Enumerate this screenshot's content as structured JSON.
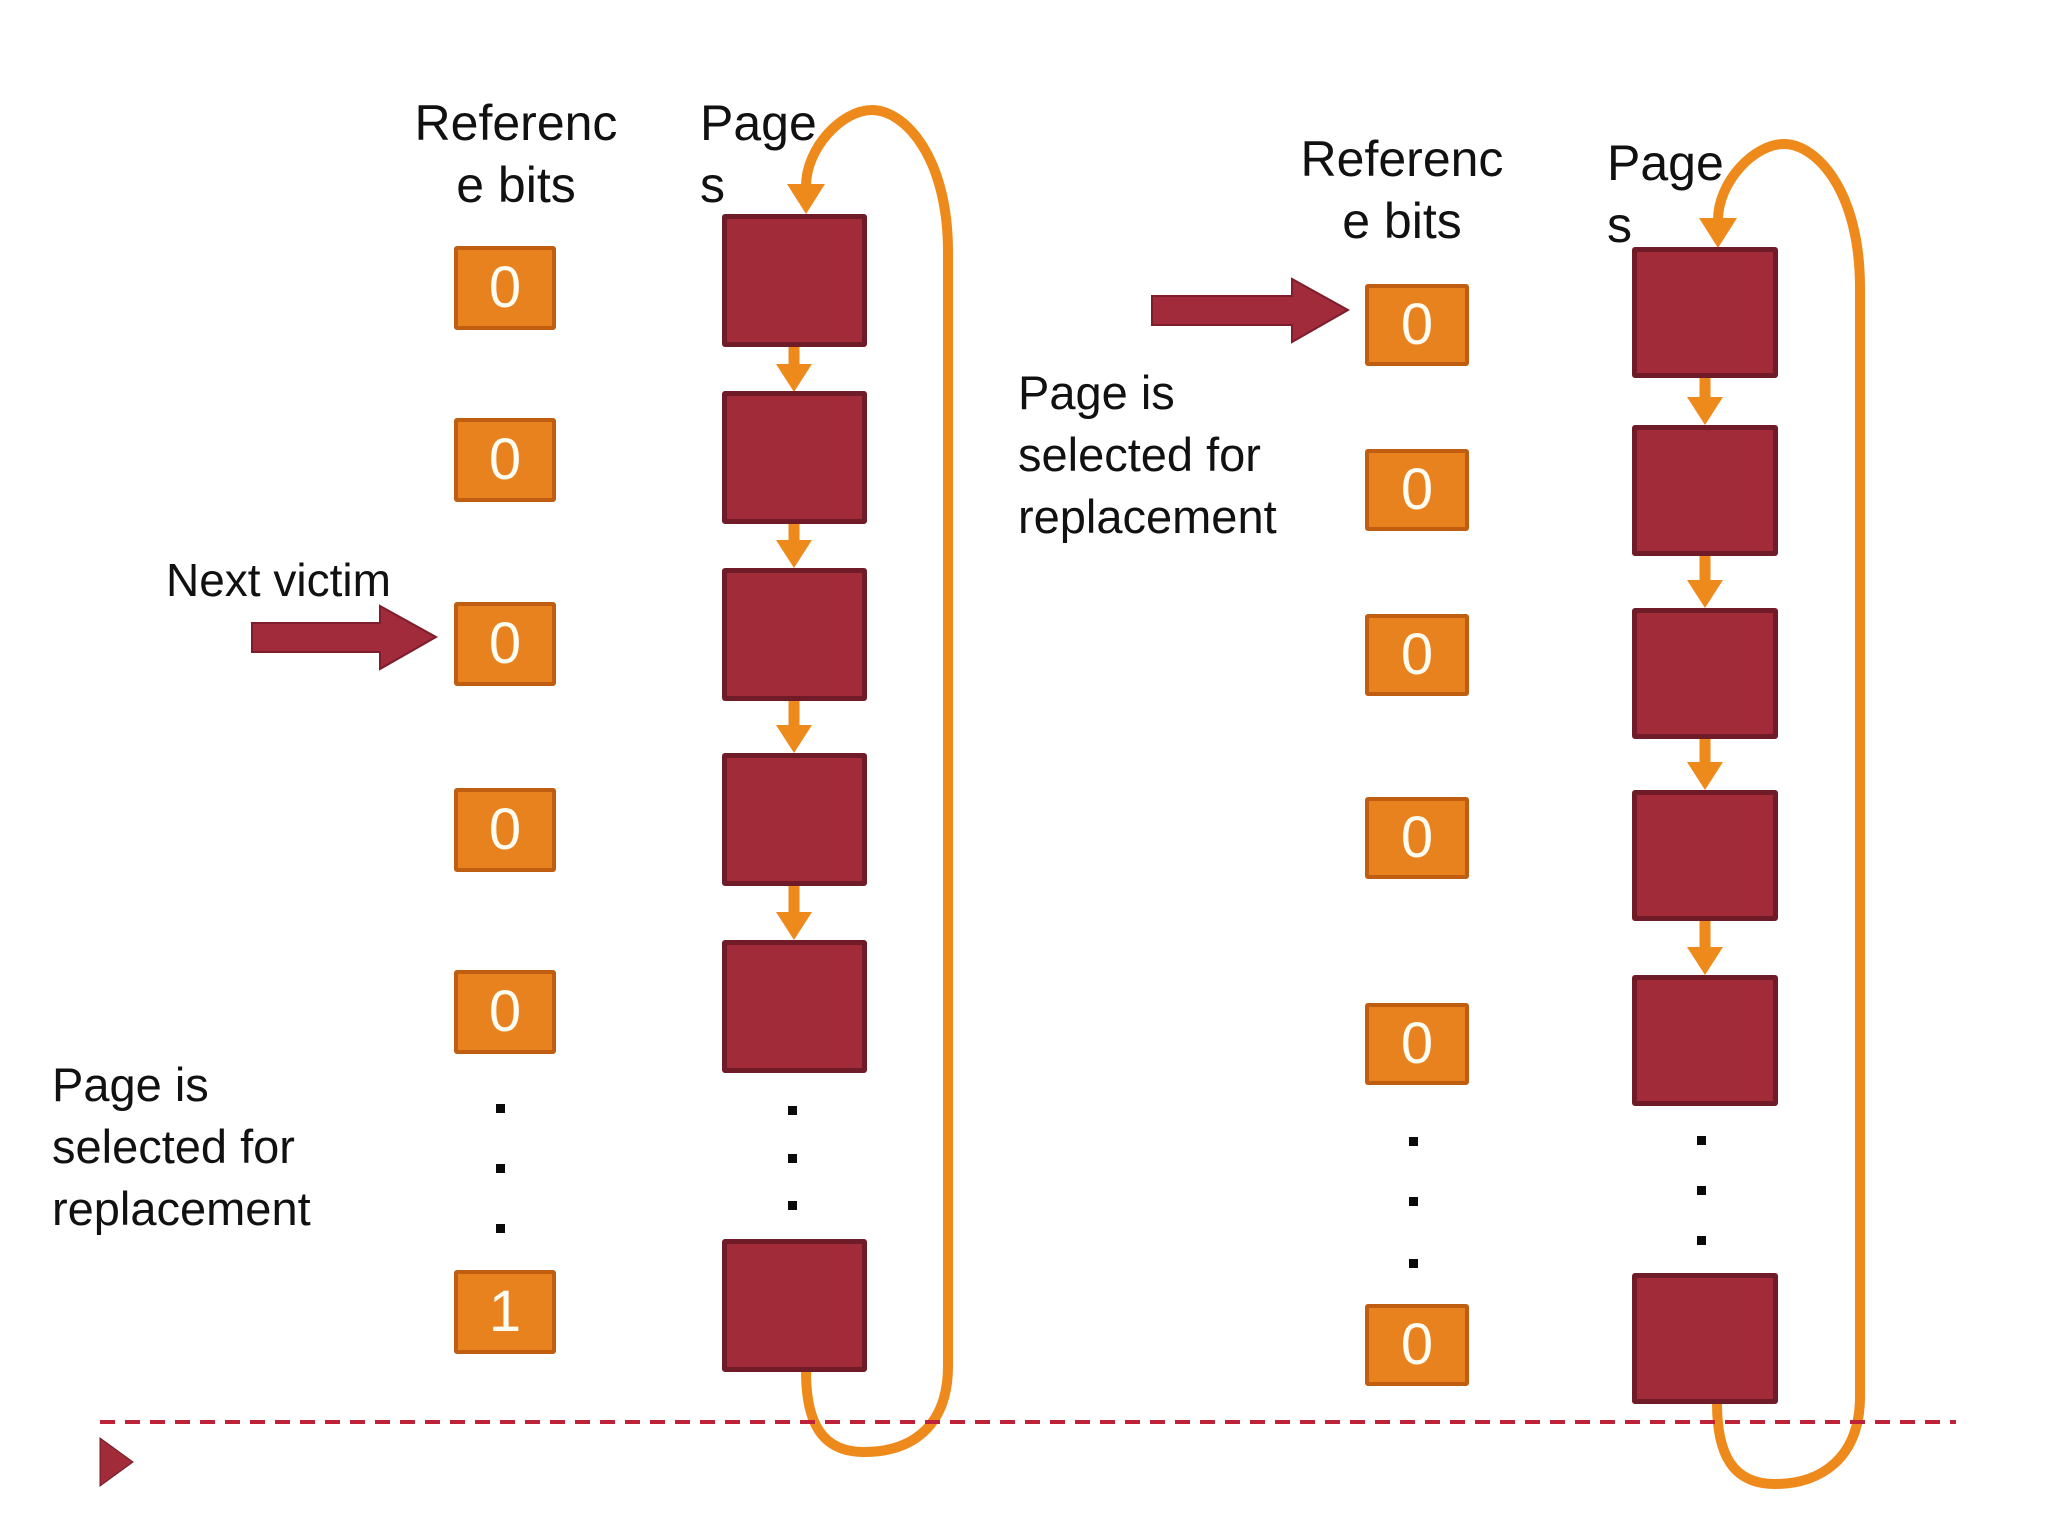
{
  "colors": {
    "orange_fill": "#E8821E",
    "orange_border": "#BF5E10",
    "orange_arrow": "#EE8A1C",
    "maroon_fill": "#A12B38",
    "maroon_border": "#701C28",
    "dark_red_arrow": "#A12B3A",
    "dark_red_arrow_border": "#7E1E2C",
    "dashed_line": "#BE2238",
    "text": "#111111",
    "bit_text": "#FFFCF2"
  },
  "icons": {
    "clock_loop": "orange-circular-arrow",
    "next_page_arrow": "orange-down-arrow",
    "pointer_arrow": "dark-red-right-arrow",
    "slide_bullet": "maroon-right-triangle"
  },
  "left_diagram": {
    "ref_header_lines": [
      "Referenc",
      "e bits"
    ],
    "pages_header_lines": [
      "Page",
      "s"
    ],
    "ref_bits": [
      "0",
      "0",
      "0",
      "0",
      "0",
      "1"
    ],
    "next_victim_label": "Next victim",
    "caption_lines": [
      "Page is",
      "selected for",
      "replacement"
    ]
  },
  "right_diagram": {
    "ref_header_lines": [
      "Referenc",
      "e bits"
    ],
    "pages_header_lines": [
      "Page",
      "s"
    ],
    "ref_bits": [
      "0",
      "0",
      "0",
      "0",
      "0",
      "0"
    ],
    "caption_lines": [
      "Page is",
      "selected for",
      "replacement"
    ]
  }
}
